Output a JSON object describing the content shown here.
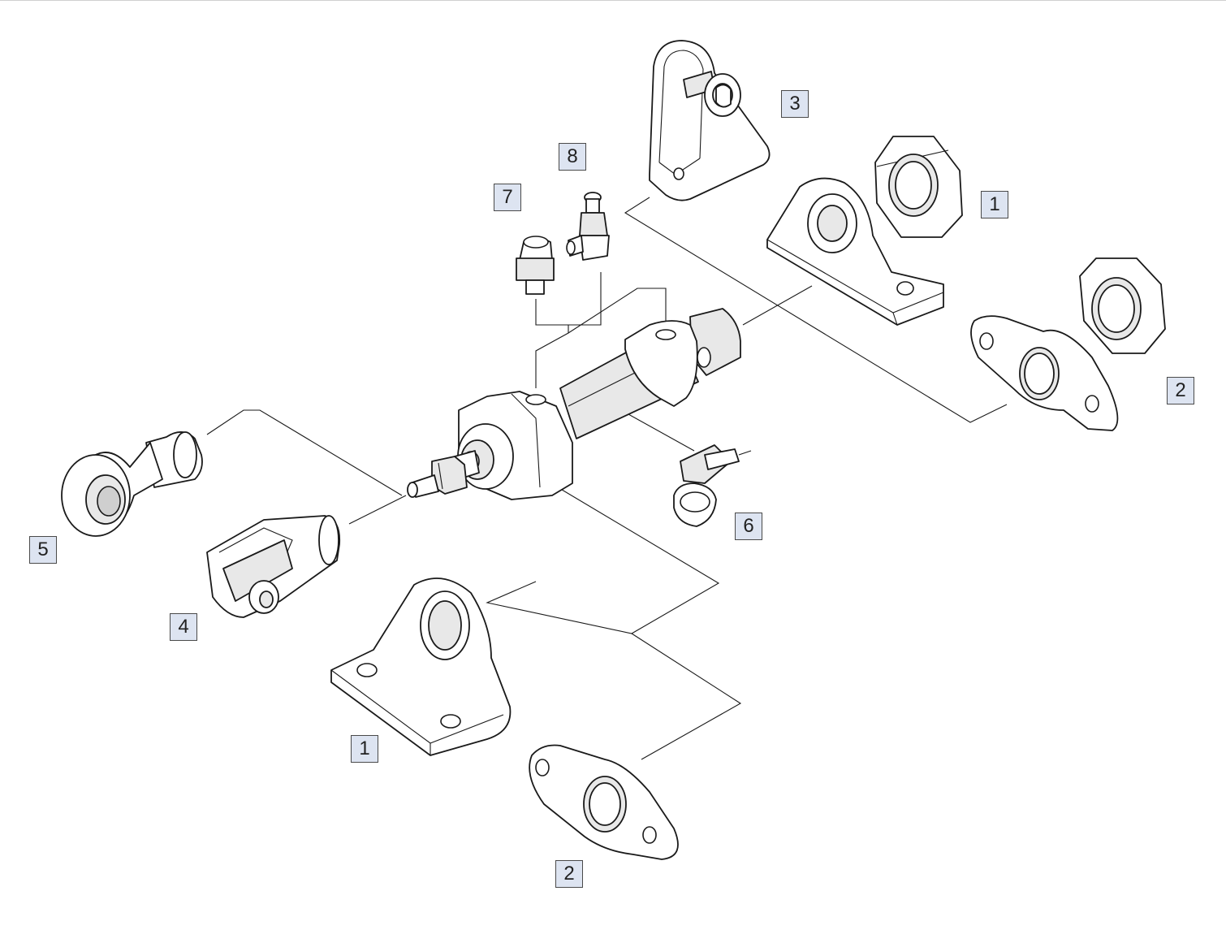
{
  "diagram": {
    "callouts": [
      {
        "label": "3"
      },
      {
        "label": "8"
      },
      {
        "label": "7"
      },
      {
        "label": "1"
      },
      {
        "label": "2"
      },
      {
        "label": "5"
      },
      {
        "label": "6"
      },
      {
        "label": "4"
      },
      {
        "label": "1"
      },
      {
        "label": "2"
      }
    ]
  },
  "colors": {
    "callout_fill": "#dde4f1",
    "callout_border": "#4a4a4a",
    "line": "#1a1a1a"
  }
}
